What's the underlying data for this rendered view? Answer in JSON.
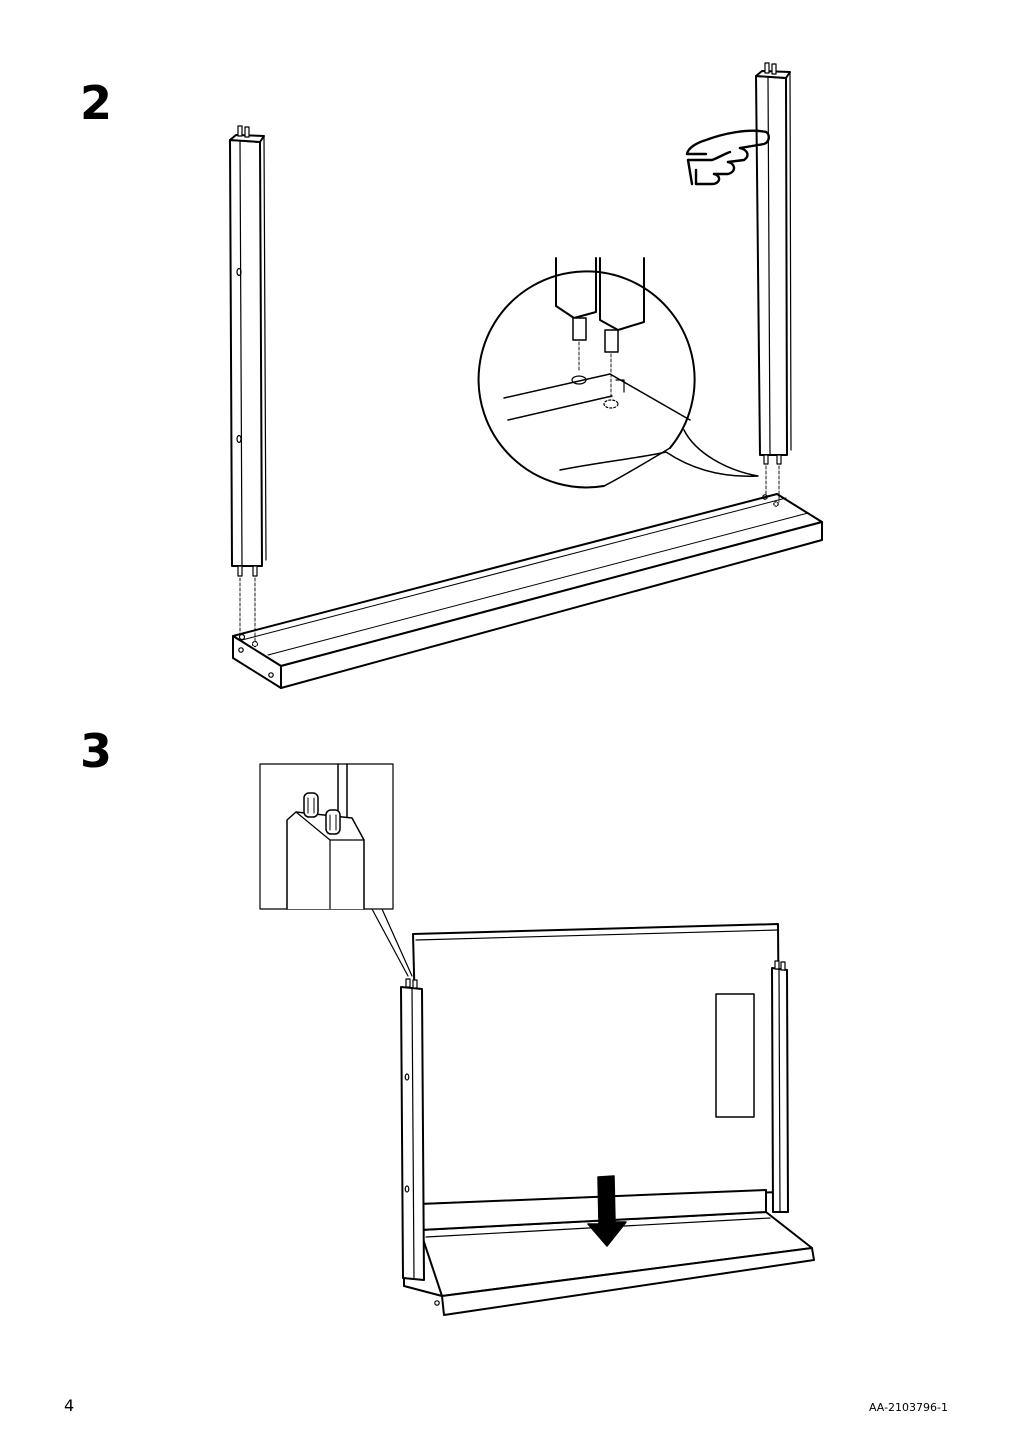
{
  "step2": {
    "number": "2"
  },
  "step3": {
    "number": "3"
  },
  "footer": {
    "page_number": "4",
    "doc_code": "AA-2103796-1"
  },
  "icons": [
    "pointing-hand-icon",
    "down-arrow-icon",
    "magnifier-callout"
  ]
}
